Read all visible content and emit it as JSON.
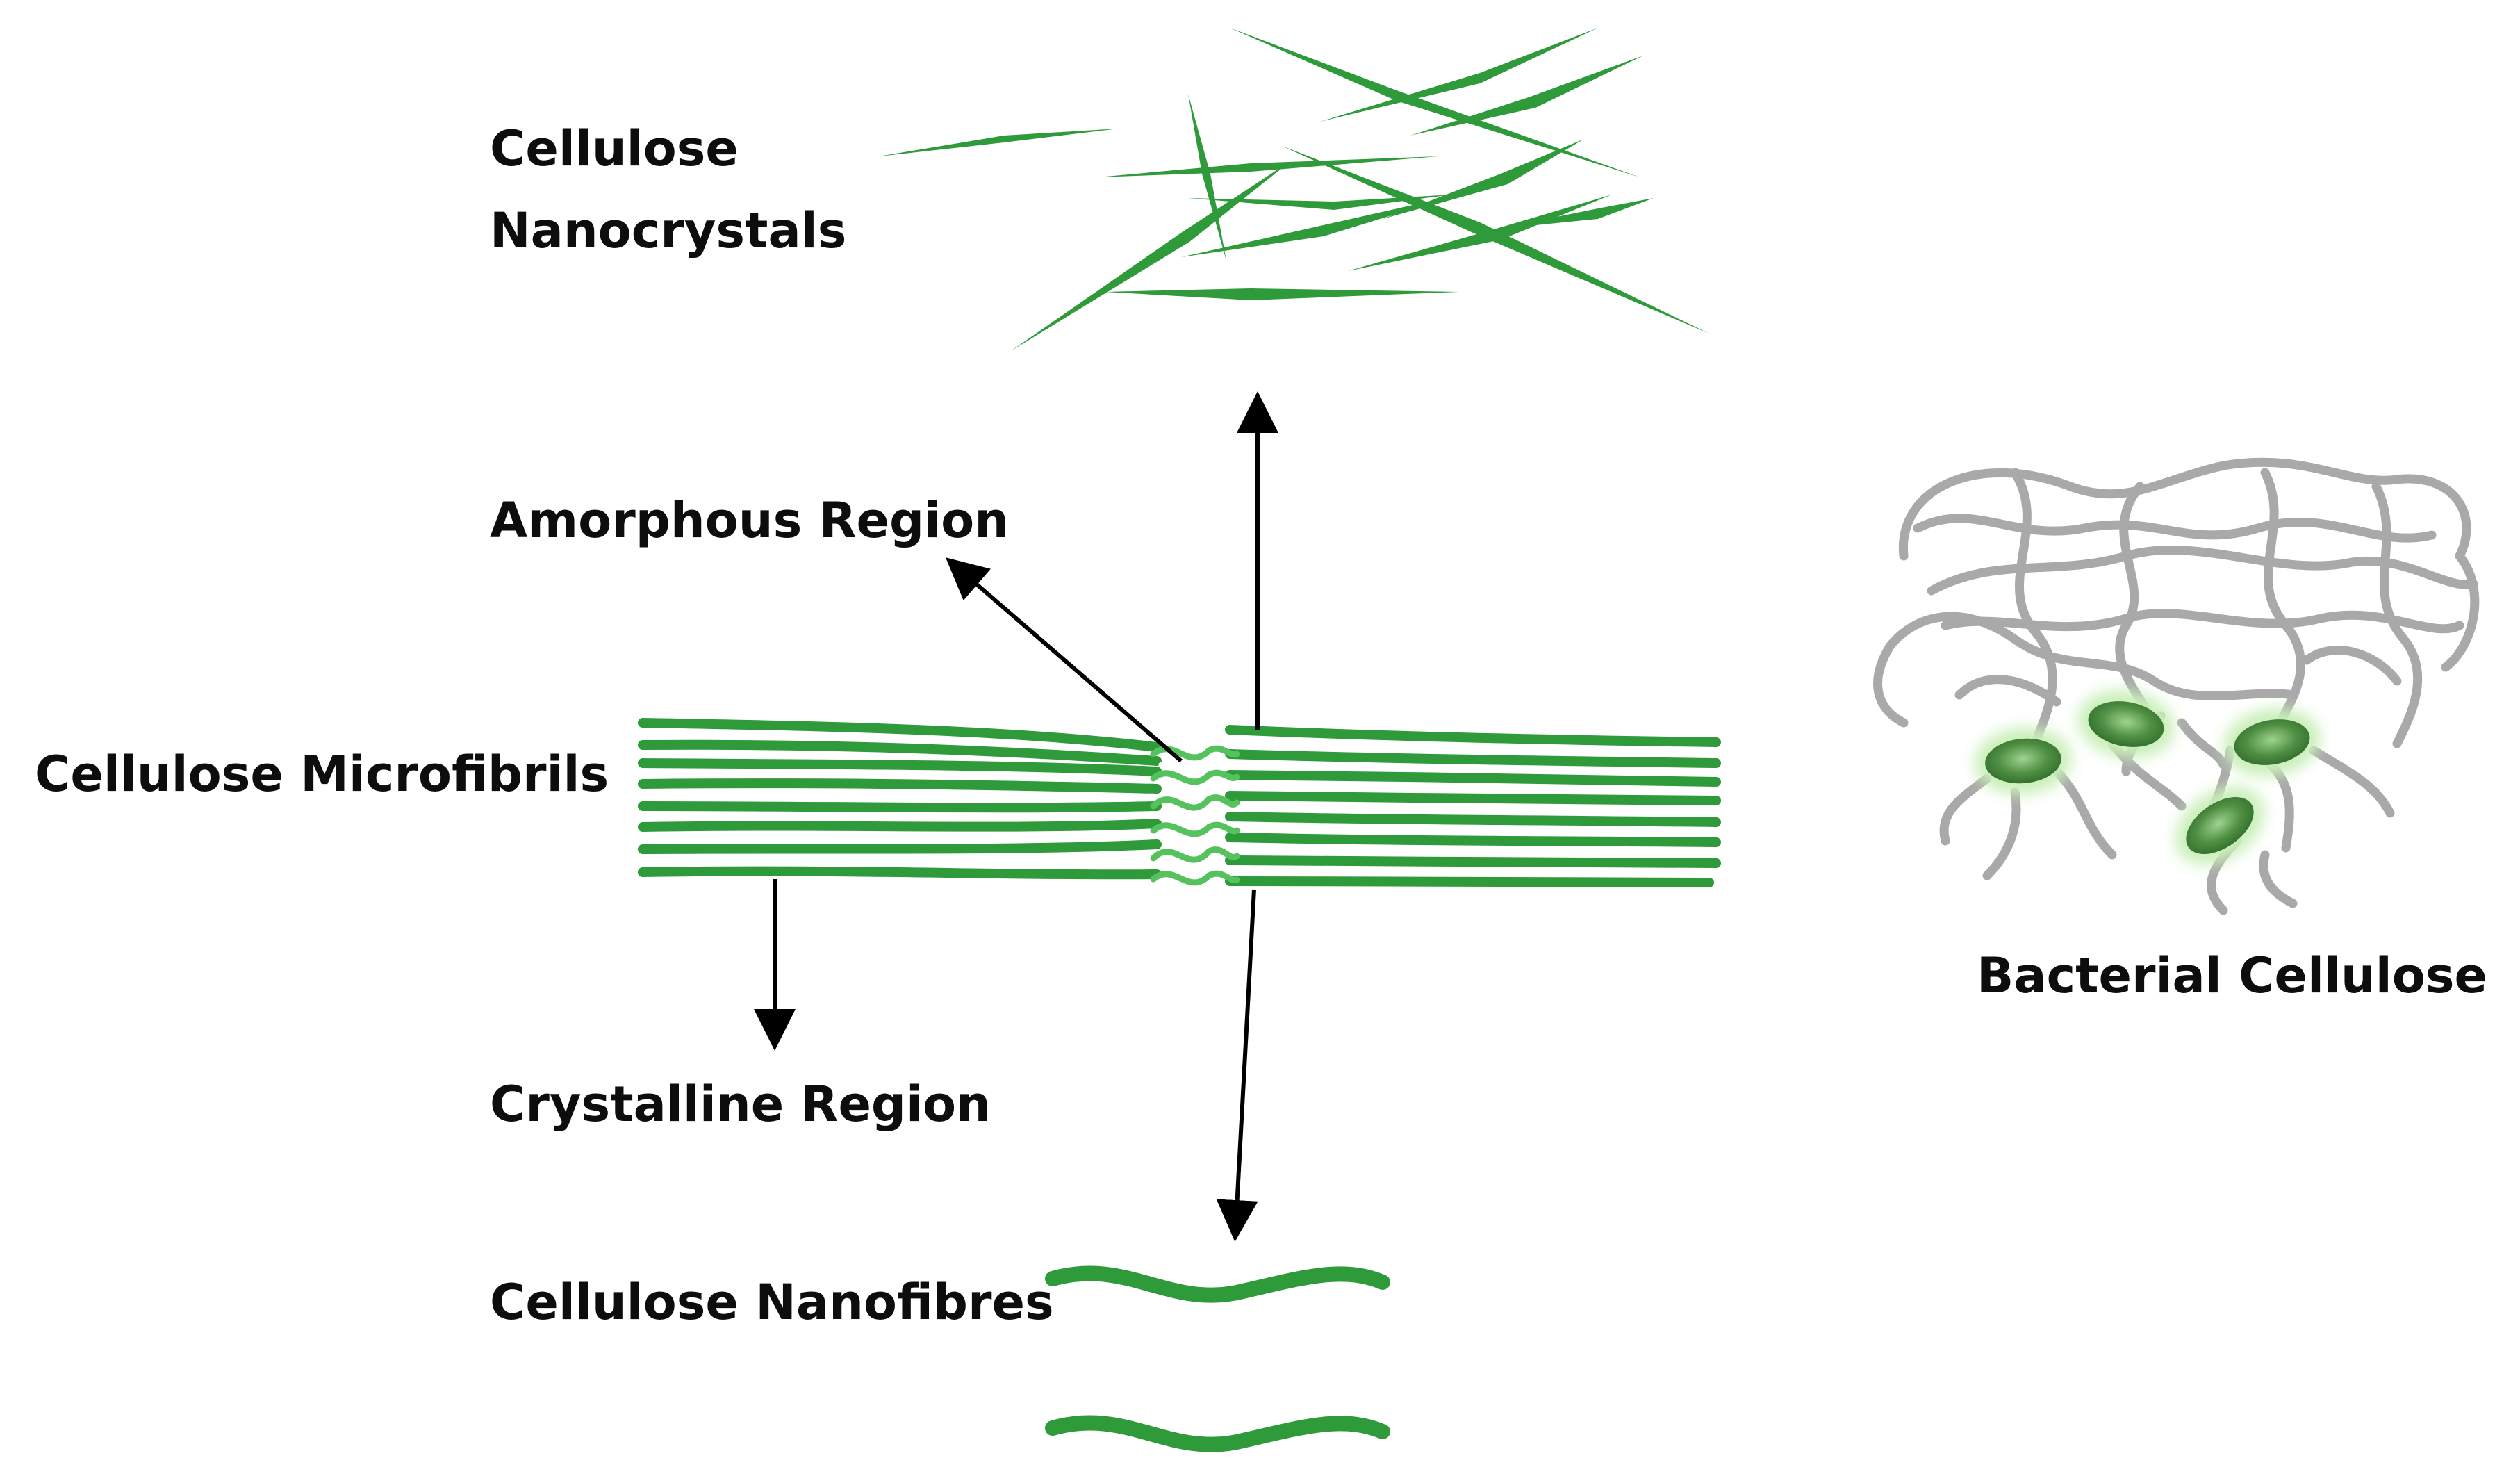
{
  "labels": {
    "nanocrystals_line1": "Cellulose",
    "nanocrystals_line2": "Nanocrystals",
    "amorphous": "Amorphous Region",
    "microfibrils": "Cellulose Microfibrils",
    "crystalline": "Crystalline Region",
    "nanofibres": "Cellulose Nanofibres",
    "bacterial": "Bacterial Cellulose"
  },
  "colors": {
    "fibre_green": "#2e9a3a",
    "fibre_dark": "#1f7a2c",
    "fibre_light": "#55c25e",
    "bacterial_net": "#a9a9a9",
    "cell_green": "#4f8f43",
    "cell_glow": "#c9efb8",
    "arrow": "#000000",
    "text": "#0d0d0d"
  }
}
